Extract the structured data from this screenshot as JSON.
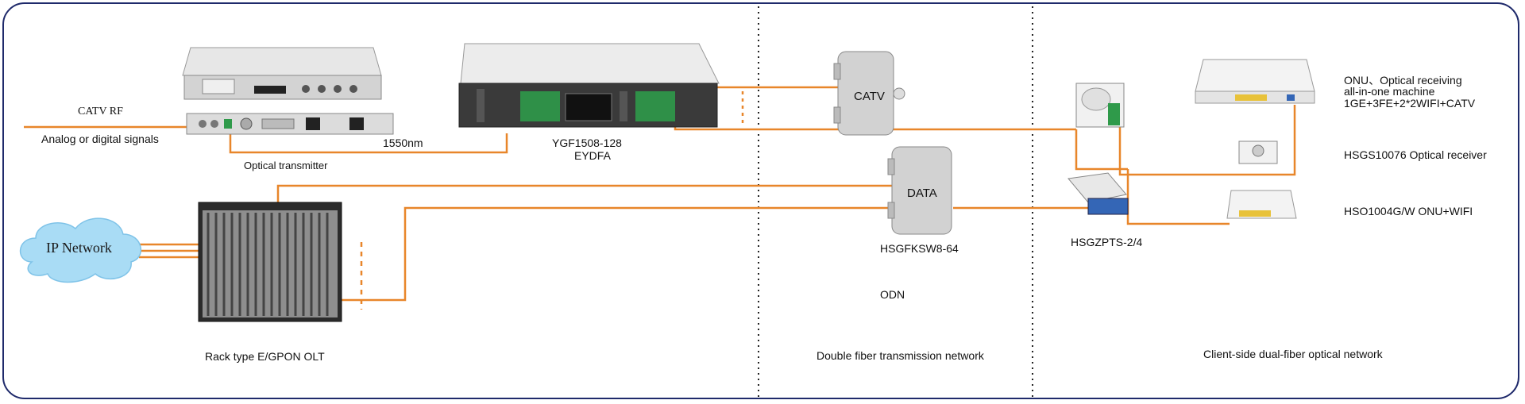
{
  "labels": {
    "catv_rf": "CATV RF",
    "analog_digital": "Analog or digital signals",
    "optical_transmitter": "Optical transmitter",
    "wavelength": "1550nm",
    "edfa_model": "YGF1508-128",
    "edfa_type": "EYDFA",
    "catv_box": "CATV",
    "data_box": "DATA",
    "ip_network": "IP Network",
    "olt": "Rack type E/GPON OLT",
    "odn_model": "HSGFKSW8-64",
    "odn": "ODN",
    "double_fiber": "Double fiber transmission network",
    "splitter_model": "HSGZPTS-2/4",
    "onu_line1": "ONU、Optical receiving",
    "onu_line2": "all-in-one machine",
    "onu_line3": "1GE+3FE+2*2WIFI+CATV",
    "optical_receiver": "HSGS10076 Optical receiver",
    "onu_wifi": "HSO1004G/W ONU+WIFI",
    "client_side": "Client-side dual-fiber optical network"
  },
  "colors": {
    "fiber": "#e8862a",
    "frame": "#1f2a6b",
    "cloud": "#a9dcf5",
    "device_gray": "#d6d6d6",
    "green_port": "#2f9a4a"
  }
}
